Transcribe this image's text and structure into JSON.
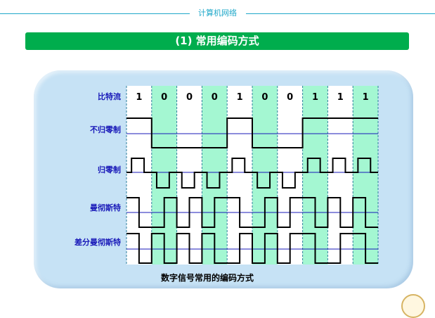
{
  "header": {
    "title": "计算机网络"
  },
  "section": {
    "title": "(1) 常用编码方式"
  },
  "diagram": {
    "bits": [
      1,
      0,
      0,
      0,
      1,
      0,
      0,
      1,
      1,
      1
    ],
    "rows": [
      {
        "key": "bitstream",
        "label": "比特流"
      },
      {
        "key": "nrz",
        "label": "不归零制"
      },
      {
        "key": "rz",
        "label": "归零制"
      },
      {
        "key": "manchester",
        "label": "曼彻斯特"
      },
      {
        "key": "diff_manchester",
        "label": "差分曼彻斯特"
      }
    ],
    "caption": "数字信号常用的编码方式"
  },
  "colors": {
    "header": "#1fa8c9",
    "section_bar": "#00ad4d",
    "panel": "#c6e2f5",
    "highlight_column": "#a4f7d2",
    "white_column": "#ffffff",
    "label": "#1818b8",
    "axis": "#1818b8",
    "signal": "#000000",
    "divider": "#2e7f9c"
  }
}
